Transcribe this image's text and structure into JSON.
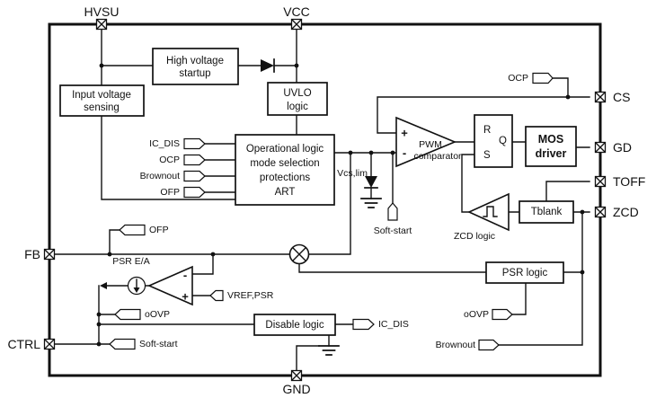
{
  "pins": {
    "hvsu": "HVSU",
    "vcc": "VCC",
    "gnd": "GND",
    "fb": "FB",
    "ctrl": "CTRL",
    "cs": "CS",
    "gd": "GD",
    "toff": "TOFF",
    "zcd": "ZCD"
  },
  "blocks": {
    "hv_startup_l1": "High voltage",
    "hv_startup_l2": "startup",
    "input_sensing_l1": "Input voltage",
    "input_sensing_l2": "sensing",
    "uvlo_l1": "UVLO",
    "uvlo_l2": "logic",
    "op_logic_l1": "Operational logic",
    "op_logic_l2": "mode selection",
    "op_logic_l3": "protections",
    "op_logic_l4": "ART",
    "latch_r": "R",
    "latch_s": "S",
    "latch_q": "Q",
    "mos_driver_l1": "MOS",
    "mos_driver_l2": "driver",
    "tblank": "Tblank",
    "psr_logic": "PSR logic",
    "disable_logic": "Disable logic"
  },
  "labels": {
    "pwm_comparator_l1": "PWM",
    "pwm_comparator_l2": "comparator",
    "zcd_logic": "ZCD logic",
    "psr_ea": "PSR E/A",
    "vref_psr": "VREF,PSR",
    "vcs_lim": "Vcs,lim",
    "soft_start": "Soft-start",
    "plus": "+",
    "minus": "-"
  },
  "tags": {
    "ic_dis": "IC_DIS",
    "ocp": "OCP",
    "brownout": "Brownout",
    "ofp": "OFP",
    "ocp_cs": "OCP",
    "ofp_fb": "OFP",
    "oovp_left": "oOVP",
    "oovp_right": "oOVP",
    "brownout_right": "Brownout",
    "ic_dis_right": "IC_DIS",
    "soft_start_ctrl": "Soft-start"
  },
  "colors": {
    "line": "#111111",
    "background": "#ffffff"
  }
}
